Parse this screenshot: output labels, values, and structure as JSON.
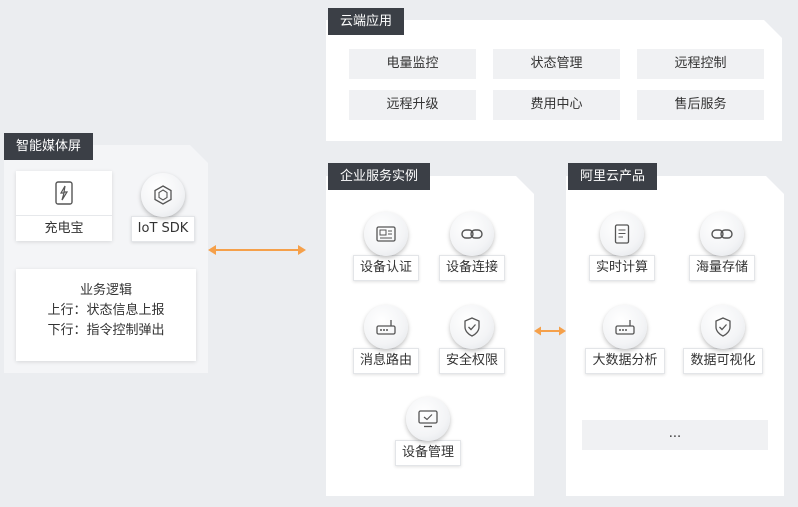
{
  "cloud_apps": {
    "title": "云端应用",
    "items": [
      "电量监控",
      "状态管理",
      "远程控制",
      "远程升级",
      "费用中心",
      "售后服务"
    ]
  },
  "media_screen": {
    "title": "智能媒体屏",
    "device_label": "充电宝",
    "sdk_label": "IoT SDK",
    "biz_title": "业务逻辑",
    "biz_up": "上行：状态信息上报",
    "biz_down": "下行：指令控制弹出"
  },
  "enterprise": {
    "title": "企业服务实例",
    "nodes": [
      "设备认证",
      "设备连接",
      "消息路由",
      "安全权限",
      "设备管理"
    ]
  },
  "aliyun": {
    "title": "阿里云产品",
    "nodes": [
      "实时计算",
      "海量存储",
      "大数据分析",
      "数据可视化"
    ],
    "more": "..."
  },
  "colors": {
    "accent_orange": "#f5a04a",
    "tag_dark": "#3b3f46",
    "background": "#ebedf0"
  },
  "icons": [
    "lightning-icon",
    "hex-chip-icon",
    "id-card-icon",
    "link-icon",
    "router-icon",
    "shield-check-icon",
    "monitor-icon",
    "document-icon"
  ]
}
